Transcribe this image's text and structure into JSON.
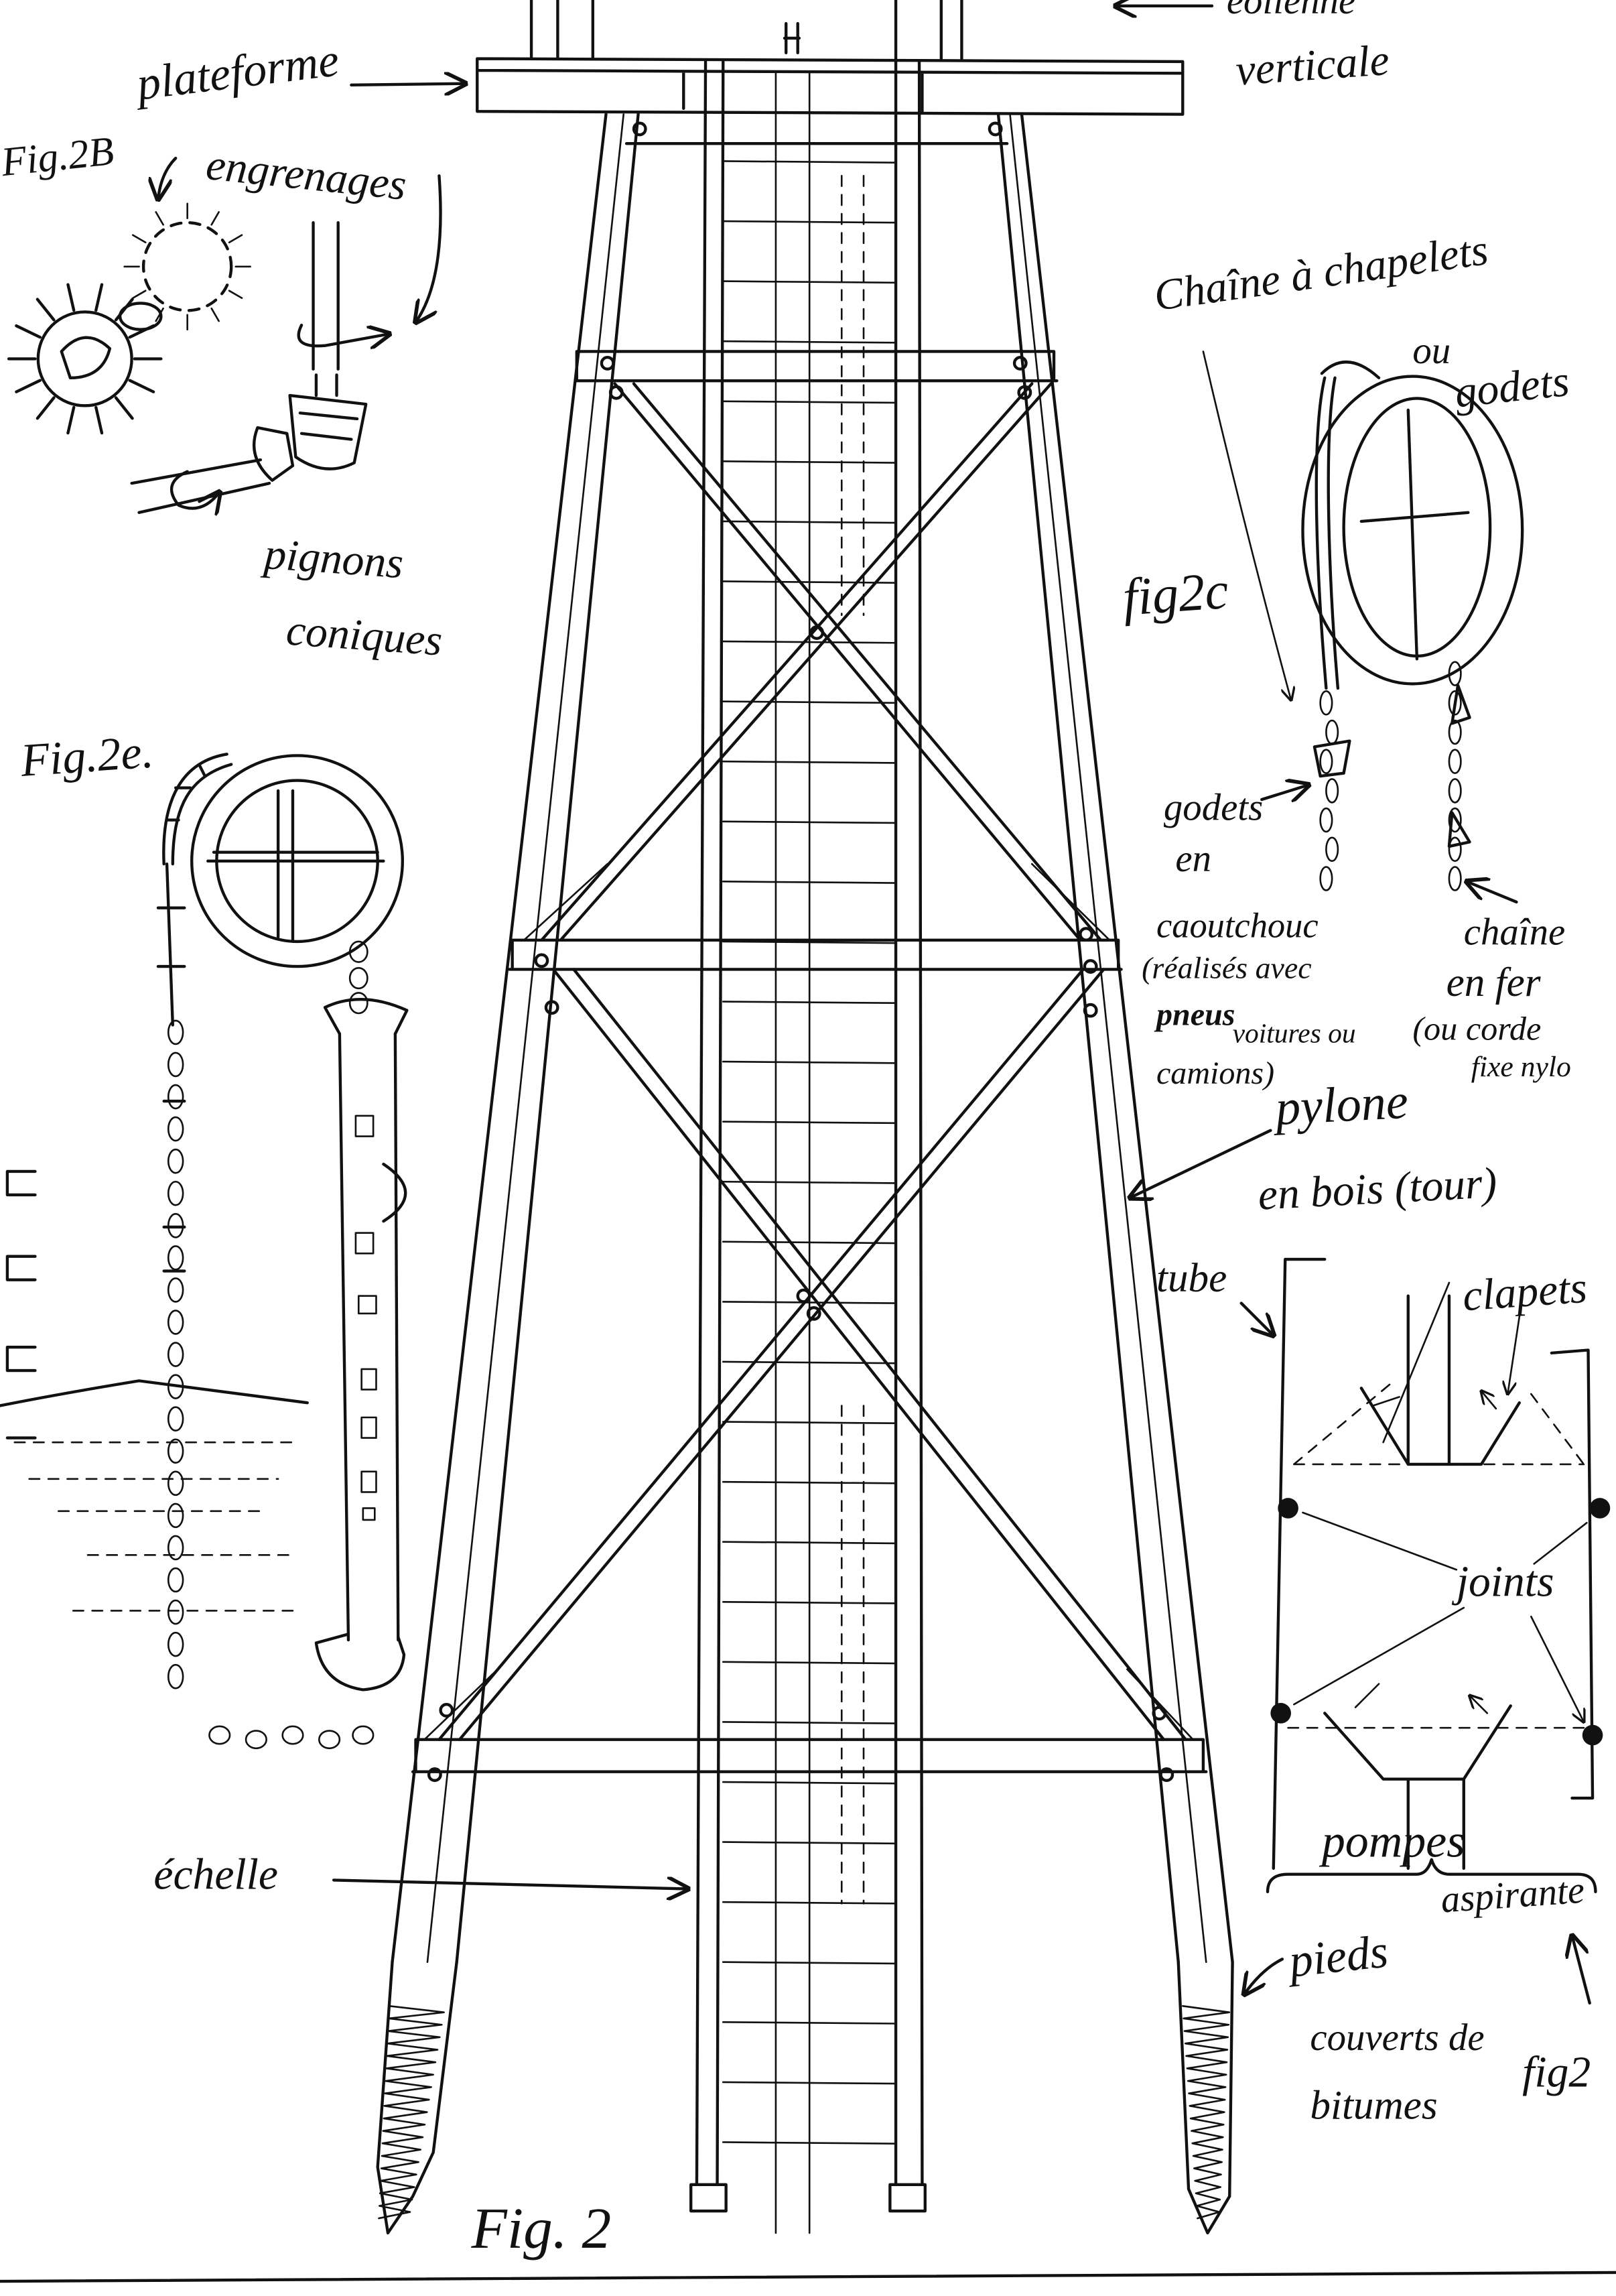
{
  "colors": {
    "ink": "#111111",
    "paper": "#ffffff"
  },
  "main_figure": {
    "title": "Fig. 2",
    "wind_turbine_label": "eolienne",
    "vertical_label": "verticale",
    "platform_label": "plateforme",
    "ladder_label": "échelle",
    "pylon_label_line1": "pylone",
    "pylon_label_line2": "en bois (tour)",
    "feet_label_line1": "pieds",
    "feet_label_line2": "couverts de",
    "feet_label_line3": "bitumes"
  },
  "fig_2b": {
    "title": "Fig.2B",
    "gears_label": "engrenages",
    "bevel_label_line1": "pignons",
    "bevel_label_line2": "coniques"
  },
  "fig_2c": {
    "title": "fig2c",
    "label_line1": "Chaîne à chapelets",
    "label_line2": "ou",
    "label_line3": "godets",
    "buckets_label": [
      "godets",
      "en",
      "caoutchouc",
      "(réalisés avec",
      "pneus",
      "voitures ou",
      "camions)"
    ],
    "chain_label": [
      "chaîne",
      "en fer",
      "(ou corde",
      "fixe nylo"
    ]
  },
  "fig_2e": {
    "title": "Fig.2e."
  },
  "fig_pump": {
    "title": "fig2",
    "tube_label": "tube",
    "valves_label": "clapets",
    "joints_label": "joints",
    "pump_label_line1": "pompes",
    "pump_label_line2": "aspirante"
  }
}
